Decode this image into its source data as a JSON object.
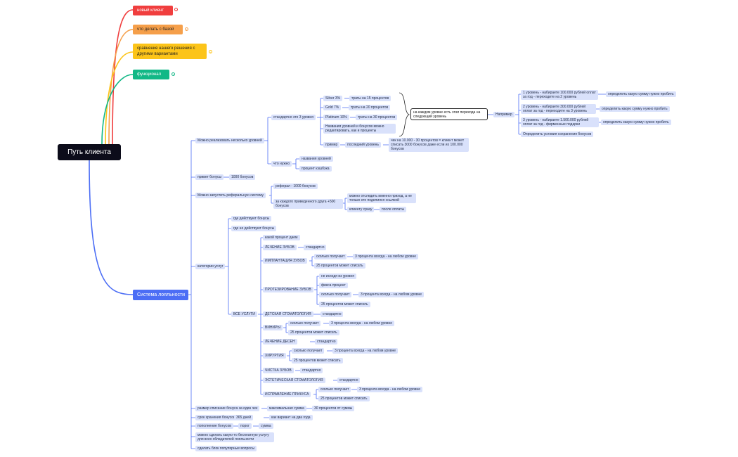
{
  "root": {
    "title": "Путь клиента"
  },
  "top_branches": [
    {
      "label": "новый клиент",
      "color": "#f03e3e"
    },
    {
      "label": "что делать с базой",
      "color": "#f59f4a"
    },
    {
      "label": "сравнение нашего решения с другими вариантами",
      "color": "#fcc419"
    },
    {
      "label": "функционал",
      "color": "#12b886"
    }
  ],
  "loyalty": {
    "title": "Система лояльности",
    "levels": {
      "label": "Можно реализовать несколько уровней",
      "standard": "стандартно это 3 уровня",
      "silver": "Silver 3%",
      "silver_sp": "траты на 15 процентов",
      "gold": "Gold 7%",
      "gold_sp": "траты на 20 процентов",
      "platinum": "Platinum 10%",
      "platinum_sp": "траты на 30 процентов",
      "editable": "Названия уровней и бонусов можно редактировать, как и проценты",
      "example": "пример",
      "last_level": "последний уровень",
      "last_level_note": "чек на 10.000 - 30 процентов = клиент может списать 3000 бонусов даже если их 100.000 бонусов",
      "callout": "на каждом уровне есть этап перехода на следующий уровень",
      "for_example": "Например",
      "lvl1": "1 уровень - набираете 100.000 рублей оплат за год - переходите на 2 уровень",
      "lvl2": "2 уровень - набираете 300.000 рублей оплат за год - переходите на 3 уровень",
      "lvl3": "3 уровень - набираете 1.500.000 рублей оплат за год - фирменные подарки",
      "lvl_note": "определить какую сумму нужно пробить",
      "lvl_cond": "Определить условия сохранения бонусов",
      "what_need": "что нужно",
      "level_names": "названия уровней",
      "cashback": "процент кэшбэка"
    },
    "welcome": {
      "label": "привет бонусы",
      "value": "1000 бонусов"
    },
    "referral": {
      "label": "Можно запустить реферальную систему",
      "r1": "реферал - 1000 бонусов",
      "r2": "за каждого приведенного друга +500 бонусов",
      "r2a": "можно отследить именно приход, а не только кто поделился ссылкой",
      "r2b": "клиенту сразу",
      "r2b2": "после оплаты"
    },
    "categories": {
      "label": "категории услуг",
      "where": "где действуют бонусы",
      "where_not": "где не действуют бонусы",
      "all": "ВСЕ УСЛУГИ",
      "which_percent": "какой процент даем",
      "standard": "стандартно",
      "how_much": "сколько получает",
      "three_pct": "3 процента всегда - на любом уровне",
      "spend25": "25 процентов может списать",
      "treatment": "ЛЕЧЕНИЕ ЗУБОВ",
      "implant": "ИМПЛАНТАЦИЯ ЗУБОВ",
      "prosthetics": "ПРОТЕЗИРОВАНИЕ ЗУБОВ",
      "not_from_level": "не исходя из уровня",
      "fixed_pct": "фикса процент",
      "kids": "ДЕТСКАЯ СТОМАТОЛОГИЯ",
      "veneers": "ВИНИРЫ",
      "gums": "ЛЕЧЕНИЕ ДЕСЕН",
      "surgery": "ХИРУРГИЯ",
      "cleaning": "ЧИСТКА ЗУБОВ",
      "aesthetic": "ЭСТЕТИЧЕСКАЯ СТОМАТОЛОГИЯ",
      "bite": "ИСПРАВЛЕНИЕ ПРИКУСА"
    },
    "spend": {
      "label": "размер списание бонуса за один чек",
      "max": "максимальная сумма",
      "value": "30 процентов от суммы"
    },
    "storage": {
      "label": "срок хранения бонусов",
      "days": "365 дней",
      "variant": "как вариант на два года"
    },
    "topup": {
      "label": "пополнение бонусов",
      "threshold": "порог",
      "sum": "сумма"
    },
    "free": {
      "label": "можно сделать какую-то бесплатную услугу для всех обладателей лояльности"
    },
    "faq": {
      "label": "сделать блок популярные вопросы"
    }
  }
}
